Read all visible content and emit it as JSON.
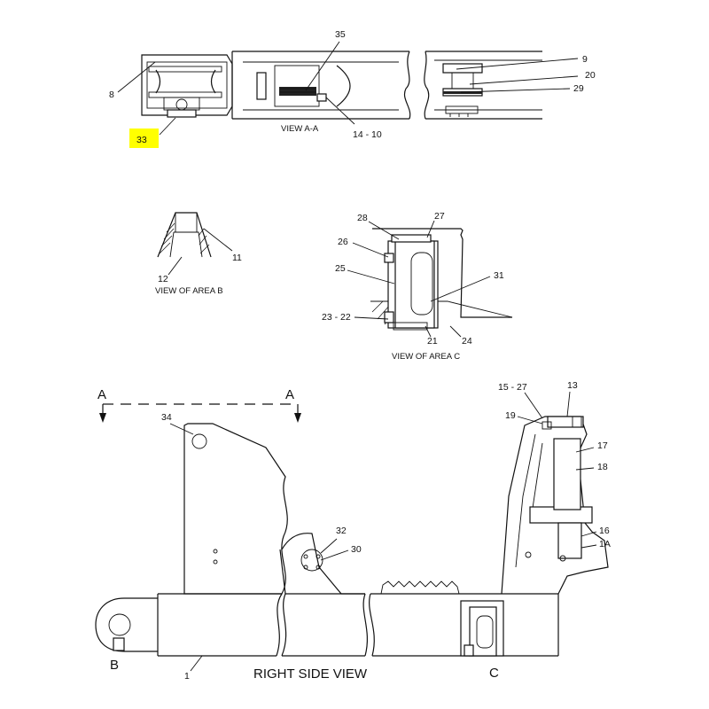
{
  "highlight_color": "#ffff00",
  "callouts": {
    "c35": "35",
    "c9": "9",
    "c20": "20",
    "c29": "29",
    "c8": "8",
    "c33": "33",
    "c14_10": "14 - 10",
    "c11": "11",
    "c12": "12",
    "c28": "28",
    "c27": "27",
    "c26": "26",
    "c25": "25",
    "c31": "31",
    "c23_22": "23 - 22",
    "c21": "21",
    "c24": "24",
    "c34": "34",
    "c32": "32",
    "c30": "30",
    "c15_27": "15 - 27",
    "c13": "13",
    "c19": "19",
    "c17": "17",
    "c18": "18",
    "c16": "16",
    "c1A": "1A",
    "c1": "1"
  },
  "captions": {
    "view_aa": "VIEW A-A",
    "view_area_b": "VIEW OF AREA B",
    "view_area_c": "VIEW OF AREA C",
    "right_side_view": "RIGHT SIDE VIEW"
  },
  "section_marks": {
    "a_left": "A",
    "a_right": "A",
    "b": "B",
    "c": "C"
  }
}
